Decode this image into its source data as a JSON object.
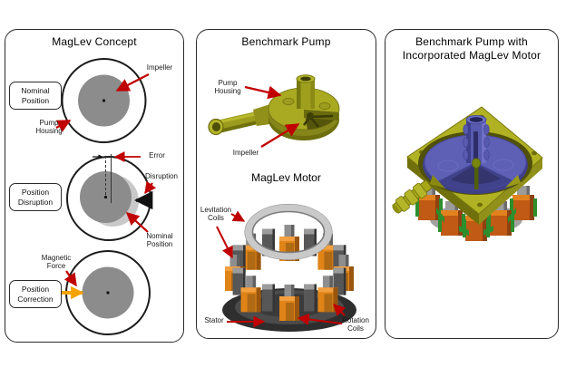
{
  "colors": {
    "arrow_red": "#C00000",
    "arrow_black": "#111111",
    "arrow_yellow": "#F5A300",
    "impeller_gray": "#8C8C8C",
    "ghost_gray": "#C9C9C9",
    "olive": "#9F9F1E",
    "olive_light": "#B5B52A",
    "olive_dark": "#6B6B10",
    "coil_orange": "#E08418",
    "coil_orange_dark": "#99560E",
    "stator_dark": "#2E2E2E",
    "steel_gray": "#C9C9C9",
    "block_gray": "#575757",
    "rotor_blue": "#5E60B6",
    "rotor_blue_dark": "#3F4088",
    "bracket_green": "#2E8E2E"
  },
  "figure": {
    "left": {
      "title": "MagLev Concept",
      "stages": [
        "Nominal\nPosition",
        "Position\nDisruption",
        "Position\nCorrection"
      ],
      "callouts": {
        "impeller": "Impeller",
        "pump_housing": "Pump\nHousing",
        "error": "Error",
        "disruption": "Disruption",
        "nominal_position": "Nominal\nPosition",
        "magnetic_force": "Magnetic\nForce"
      }
    },
    "middle": {
      "title": "Benchmark Pump",
      "motor_title": "MagLev Motor",
      "callouts": {
        "pump_housing": "Pump\nHousing",
        "impeller": "Impeller",
        "levitation_coils": "Levitation\nCoils",
        "stator": "Stator",
        "rotation_coils": "Rotation\nCoils"
      }
    },
    "right": {
      "title": "Benchmark Pump with\nIncorporated MagLev Motor"
    }
  }
}
